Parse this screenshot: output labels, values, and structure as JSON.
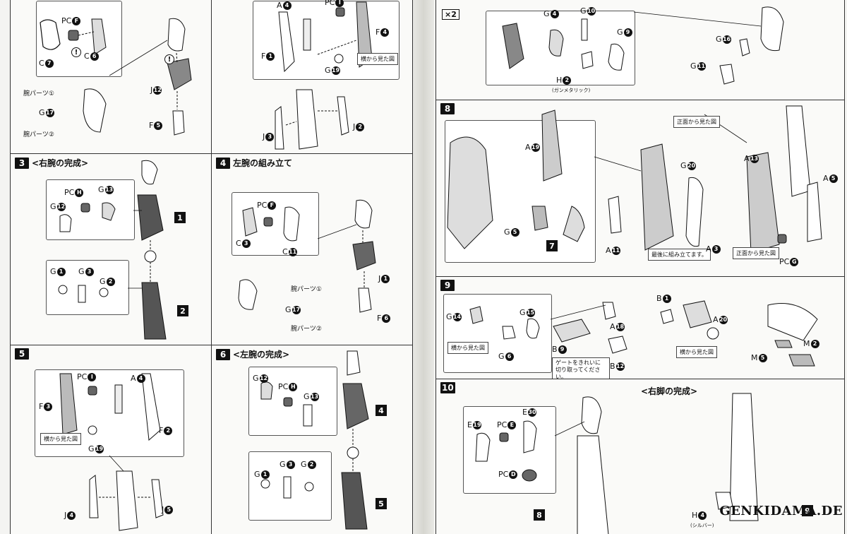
{
  "watermark": "GENKIDAMA.DE",
  "left_page": {
    "panel_top_left": {
      "labels": [
        "PC",
        "F",
        "C",
        "7",
        "C",
        "6",
        "腕パーツ①",
        "G",
        "17",
        "腕パーツ②",
        "J",
        "12",
        "F",
        "5"
      ]
    },
    "panel_top_right": {
      "labels": [
        "A",
        "4",
        "PC",
        "I",
        "F",
        "4",
        "F",
        "1",
        "横から見た図",
        "G",
        "19",
        "J",
        "3",
        "J",
        "2"
      ]
    },
    "step3": {
      "num": "3",
      "title": "<右腕の完成>",
      "labels": [
        "PC",
        "H",
        "G",
        "13",
        "G",
        "12",
        "1",
        "G",
        "1",
        "G",
        "3",
        "G",
        "2",
        "2"
      ]
    },
    "step4": {
      "num": "4",
      "title": "左腕の組み立て",
      "labels": [
        "PC",
        "F",
        "C",
        "3",
        "C",
        "11",
        "J",
        "1",
        "腕パーツ①",
        "G",
        "17",
        "腕パーツ②",
        "F",
        "6"
      ]
    },
    "step5": {
      "num": "5",
      "labels": [
        "PC",
        "I",
        "A",
        "4",
        "F",
        "3",
        "F",
        "2",
        "横から見た図",
        "G",
        "19",
        "J",
        "4",
        "J",
        "5"
      ]
    },
    "step6": {
      "num": "6",
      "title": "<左腕の完成>",
      "labels": [
        "G",
        "12",
        "PC",
        "H",
        "G",
        "13",
        "4",
        "G",
        "1",
        "G",
        "3",
        "G",
        "2",
        "5"
      ]
    }
  },
  "right_page": {
    "step7": {
      "mult": "×2",
      "labels": [
        "G",
        "4",
        "G",
        "10",
        "G",
        "9",
        "H",
        "2",
        "(ガンメタリック)",
        "G",
        "16",
        "G",
        "11"
      ]
    },
    "step8": {
      "num": "8",
      "labels": [
        "A",
        "19",
        "G",
        "5",
        "7",
        "A",
        "11",
        "正面から見た図",
        "G",
        "20",
        "最後に組み立てます。",
        "A",
        "3",
        "A",
        "13",
        "A",
        "5",
        "正面から見た図",
        "PC",
        "G"
      ]
    },
    "step9": {
      "num": "9",
      "labels": [
        "G",
        "14",
        "G",
        "15",
        "横から見た図",
        "G",
        "6",
        "A",
        "18",
        "B",
        "9",
        "ゲートをきれいに 切り取ってください。",
        "B",
        "12",
        "B",
        "1",
        "A",
        "20",
        "横から見た図",
        "M",
        "5",
        "M",
        "2"
      ]
    },
    "step10": {
      "num": "10",
      "title": "<右脚の完成>",
      "labels": [
        "PC",
        "E",
        "E",
        "30",
        "E",
        "19",
        "PC",
        "D",
        "8",
        "H",
        "4",
        "(シルバー)",
        "9"
      ]
    }
  }
}
